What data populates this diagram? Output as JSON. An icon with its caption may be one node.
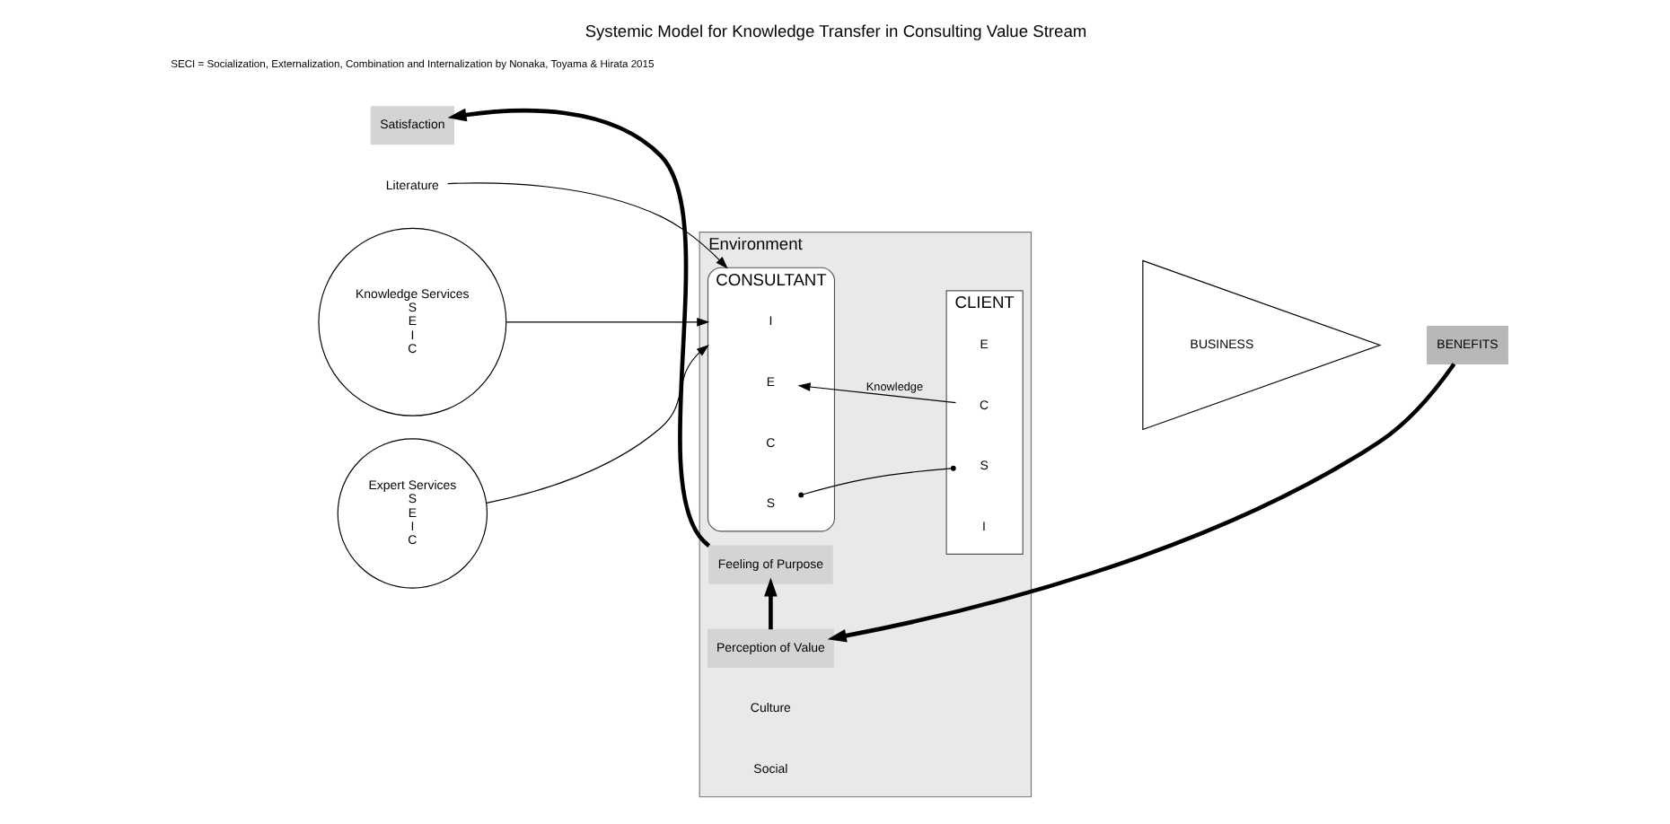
{
  "diagram": {
    "title": "Systemic Model for Knowledge Transfer in Consulting Value Stream",
    "caption": "SECI = Socialization, Externalization, Combination and Internalization by Nonaka, Toyama & Hirata 2015",
    "nodes": [
      {
        "text": [
          "Environment"
        ]
      },
      {
        "text": [
          "Literature"
        ]
      },
      {
        "text": [
          "Knowledge Services",
          "S",
          "E",
          "I",
          "C"
        ]
      },
      {
        "text": [
          "Expert Services",
          "S",
          "E",
          "I",
          "C"
        ]
      },
      {
        "text": [
          "Satisfaction"
        ]
      },
      {
        "text": [
          "CONSULTANT"
        ],
        "in": 0
      },
      {
        "text": [
          "I"
        ],
        "in": 5
      },
      {
        "text": [
          "S"
        ],
        "in": 5
      },
      {
        "text": [
          "C"
        ],
        "in": 5
      },
      {
        "text": [
          "E"
        ],
        "in": 5
      },
      {
        "text": [
          "CLIENT"
        ],
        "in": 0
      },
      {
        "text": [
          "E"
        ],
        "in": 10
      },
      {
        "text": [
          "C"
        ],
        "in": 10
      },
      {
        "text": [
          "S"
        ],
        "in": 10
      },
      {
        "text": [
          "I"
        ],
        "in": 10
      },
      {
        "text": [
          "BUSINESS"
        ]
      },
      {
        "text": [
          "BENEFITS"
        ]
      },
      {
        "text": [
          "Feeling of Purpose"
        ],
        "in": 0
      },
      {
        "text": [
          "Perception of Value"
        ],
        "in": 0
      }
    ],
    "edges": [
      {
        "from": 1,
        "to": 5,
        "arrow": "to"
      },
      {
        "from": 2,
        "to": 5,
        "arrow": "to"
      },
      {
        "from": 3,
        "to": 5,
        "arrow": "to"
      },
      {
        "from": 7,
        "to": 13,
        "arrow": "other"
      },
      {
        "from": 12,
        "to": 9,
        "arrow": "to",
        "label": "Knowledge"
      },
      {
        "from": 17,
        "to": 4,
        "arrow": "to",
        "style": "thick"
      },
      {
        "from": 18,
        "to": 17,
        "arrow": "to",
        "style": "thick"
      },
      {
        "from": 16,
        "to": 18,
        "arrow": "to",
        "style": "thick"
      }
    ],
    "labels": [
      "Culture",
      "Social"
    ]
  }
}
